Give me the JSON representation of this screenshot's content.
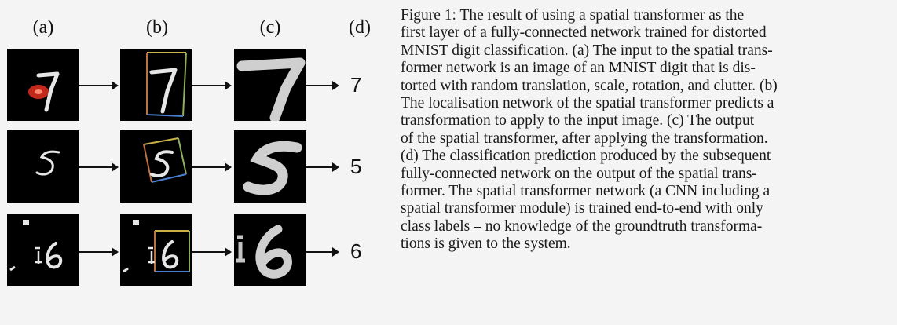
{
  "columns": [
    "(a)",
    "(b)",
    "(c)",
    "(d)"
  ],
  "rows": [
    {
      "prediction": "7"
    },
    {
      "prediction": "5"
    },
    {
      "prediction": "6"
    }
  ],
  "caption": {
    "lines": [
      "Figure 1: The result of using a spatial transformer as the",
      "first layer of a fully-connected network trained for distorted",
      "MNIST digit classification. (a) The input to the spatial trans-",
      "former network is an image of an MNIST digit that is dis-",
      "torted with random translation, scale, rotation, and clutter. (b)",
      "The localisation network of the spatial transformer predicts a",
      "transformation to apply to the input image.  (c) The output",
      "of the spatial transformer, after applying the transformation.",
      "(d) The classification prediction produced by the subsequent",
      "fully-connected network on the output of the spatial trans-",
      "former. The spatial transformer network (a CNN including a",
      "spatial transformer module) is trained end-to-end with only",
      "class labels – no knowledge of the groundtruth transforma-",
      "tions is given to the system."
    ]
  },
  "colors": {
    "digit": "#e6e6e6",
    "panel_bg": "#000000",
    "focus_marker": "#e53020",
    "box_top": "#c9b24a",
    "box_right": "#8fae5a",
    "box_bottom": "#4a7fd0",
    "box_left": "#c07040"
  }
}
